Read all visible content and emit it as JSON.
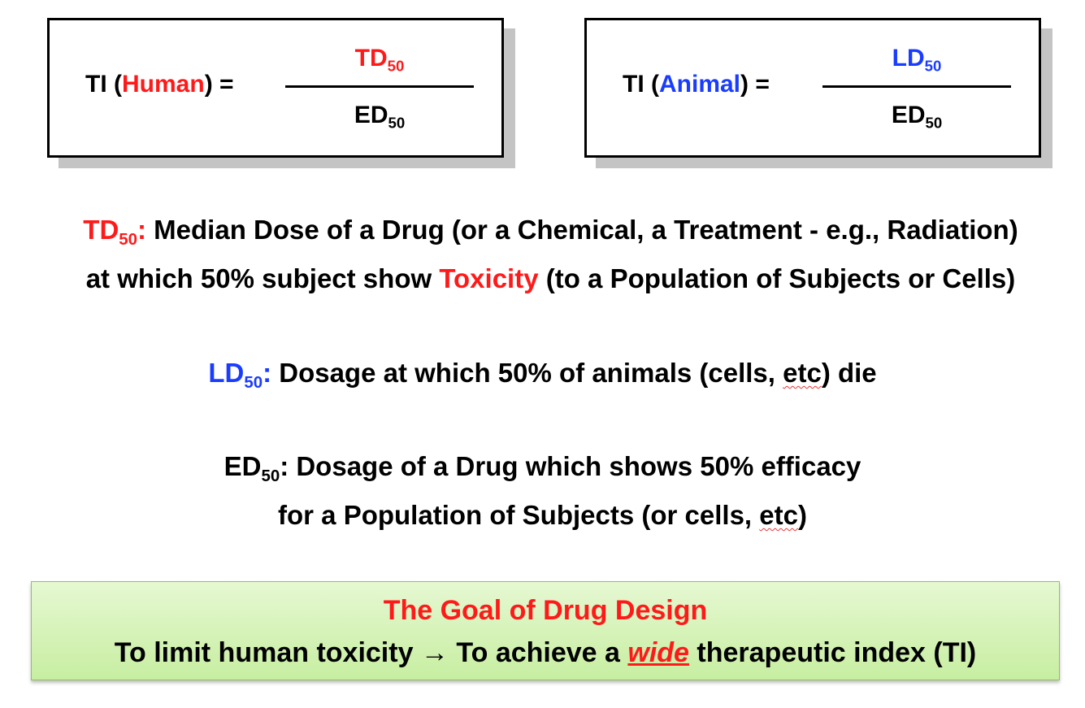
{
  "formulas": {
    "human": {
      "prefix": "TI (",
      "subject": "Human",
      "suffix": ")  =",
      "numerator": "TD",
      "numerator_sub": "50",
      "denominator": "ED",
      "denominator_sub": "50"
    },
    "animal": {
      "prefix": "TI (",
      "subject": "Animal",
      "suffix": ")  =",
      "numerator": "LD",
      "numerator_sub": "50",
      "denominator": "ED",
      "denominator_sub": "50"
    }
  },
  "definitions": {
    "td": {
      "term": "TD",
      "sub": "50",
      "colon": ":",
      "line1_text": " Median Dose of a Drug (or a Chemical, a Treatment - e.g., Radiation)",
      "line2_pre": "at which 50% subject show ",
      "line2_highlight": "Toxicity",
      "line2_post": " (to a Population of Subjects or Cells)"
    },
    "ld": {
      "term": "LD",
      "sub": "50",
      "colon": ":",
      "text_pre": " Dosage at which 50% of animals (cells, ",
      "text_etc": "etc",
      "text_post": ") die"
    },
    "ed": {
      "term": "ED",
      "sub": "50",
      "line1_text": ": Dosage of a Drug which shows 50% efficacy",
      "line2_pre": "for a Population of Subjects (or cells, ",
      "line2_etc": "etc",
      "line2_post": ")"
    }
  },
  "goal": {
    "title": "The Goal of Drug Design",
    "text_pre": "To limit human toxicity ",
    "arrow": "→",
    "text_mid": " To achieve a ",
    "emphasis": "wide",
    "text_post": " therapeutic index (TI)"
  },
  "colors": {
    "red": "#ff1a1a",
    "blue": "#1a3cff",
    "goal_bg": "#d8f4b8"
  }
}
